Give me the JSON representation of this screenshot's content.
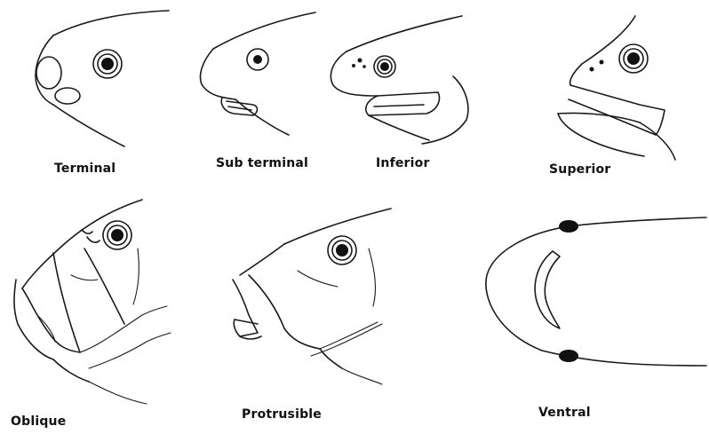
{
  "figure": {
    "panels": [
      {
        "id": "terminal",
        "label": "Terminal"
      },
      {
        "id": "sub-terminal",
        "label": "Sub terminal"
      },
      {
        "id": "inferior",
        "label": "Inferior"
      },
      {
        "id": "superior",
        "label": "Superior"
      },
      {
        "id": "oblique",
        "label": "Oblique"
      },
      {
        "id": "protrusible",
        "label": "Protrusible"
      },
      {
        "id": "ventral",
        "label": "Ventral"
      }
    ]
  }
}
